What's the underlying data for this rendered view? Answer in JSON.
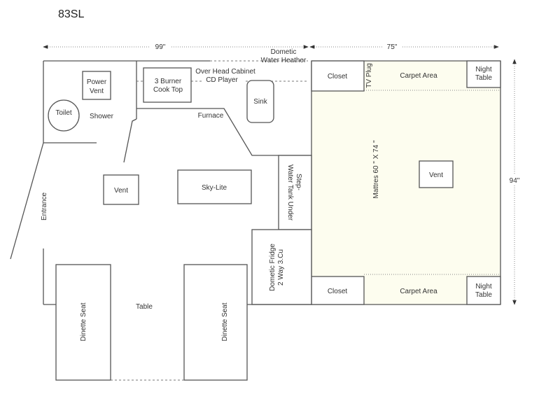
{
  "title": "83SL",
  "dimensions": {
    "width_front": "99\"",
    "width_rear": "75\"",
    "depth": "94\""
  },
  "labels": {
    "water_heater_1": "Dometic",
    "water_heater_2": "Water Heather",
    "overhead_1": "Over Head Cabinet",
    "overhead_2": "CD Player",
    "power_vent_1": "Power",
    "power_vent_2": "Vent",
    "cooktop_1": "3 Burner",
    "cooktop_2": "Cook Top",
    "sink": "Sink",
    "toilet": "Toilet",
    "shower": "Shower",
    "furnace": "Furnace",
    "vent": "Vent",
    "skylite": "Sky-Lite",
    "entrance": "Entrance",
    "step_1": "Step-",
    "step_2": "Water Tank Under",
    "fridge_1": "Dometic Fridge",
    "fridge_2": "2 Way 3.Cu",
    "dinette_seat": "Dinette Seat",
    "table": "Table",
    "closet": "Closet",
    "tv_plug": "TV Plug",
    "carpet_area": "Carpet Area",
    "night_table_1": "Night",
    "night_table_2": "Table",
    "mattress": "Mattres 60 \" X 74 \"",
    "bed_vent": "Vent"
  },
  "colors": {
    "bedroom_fill": "#fdfdef"
  }
}
